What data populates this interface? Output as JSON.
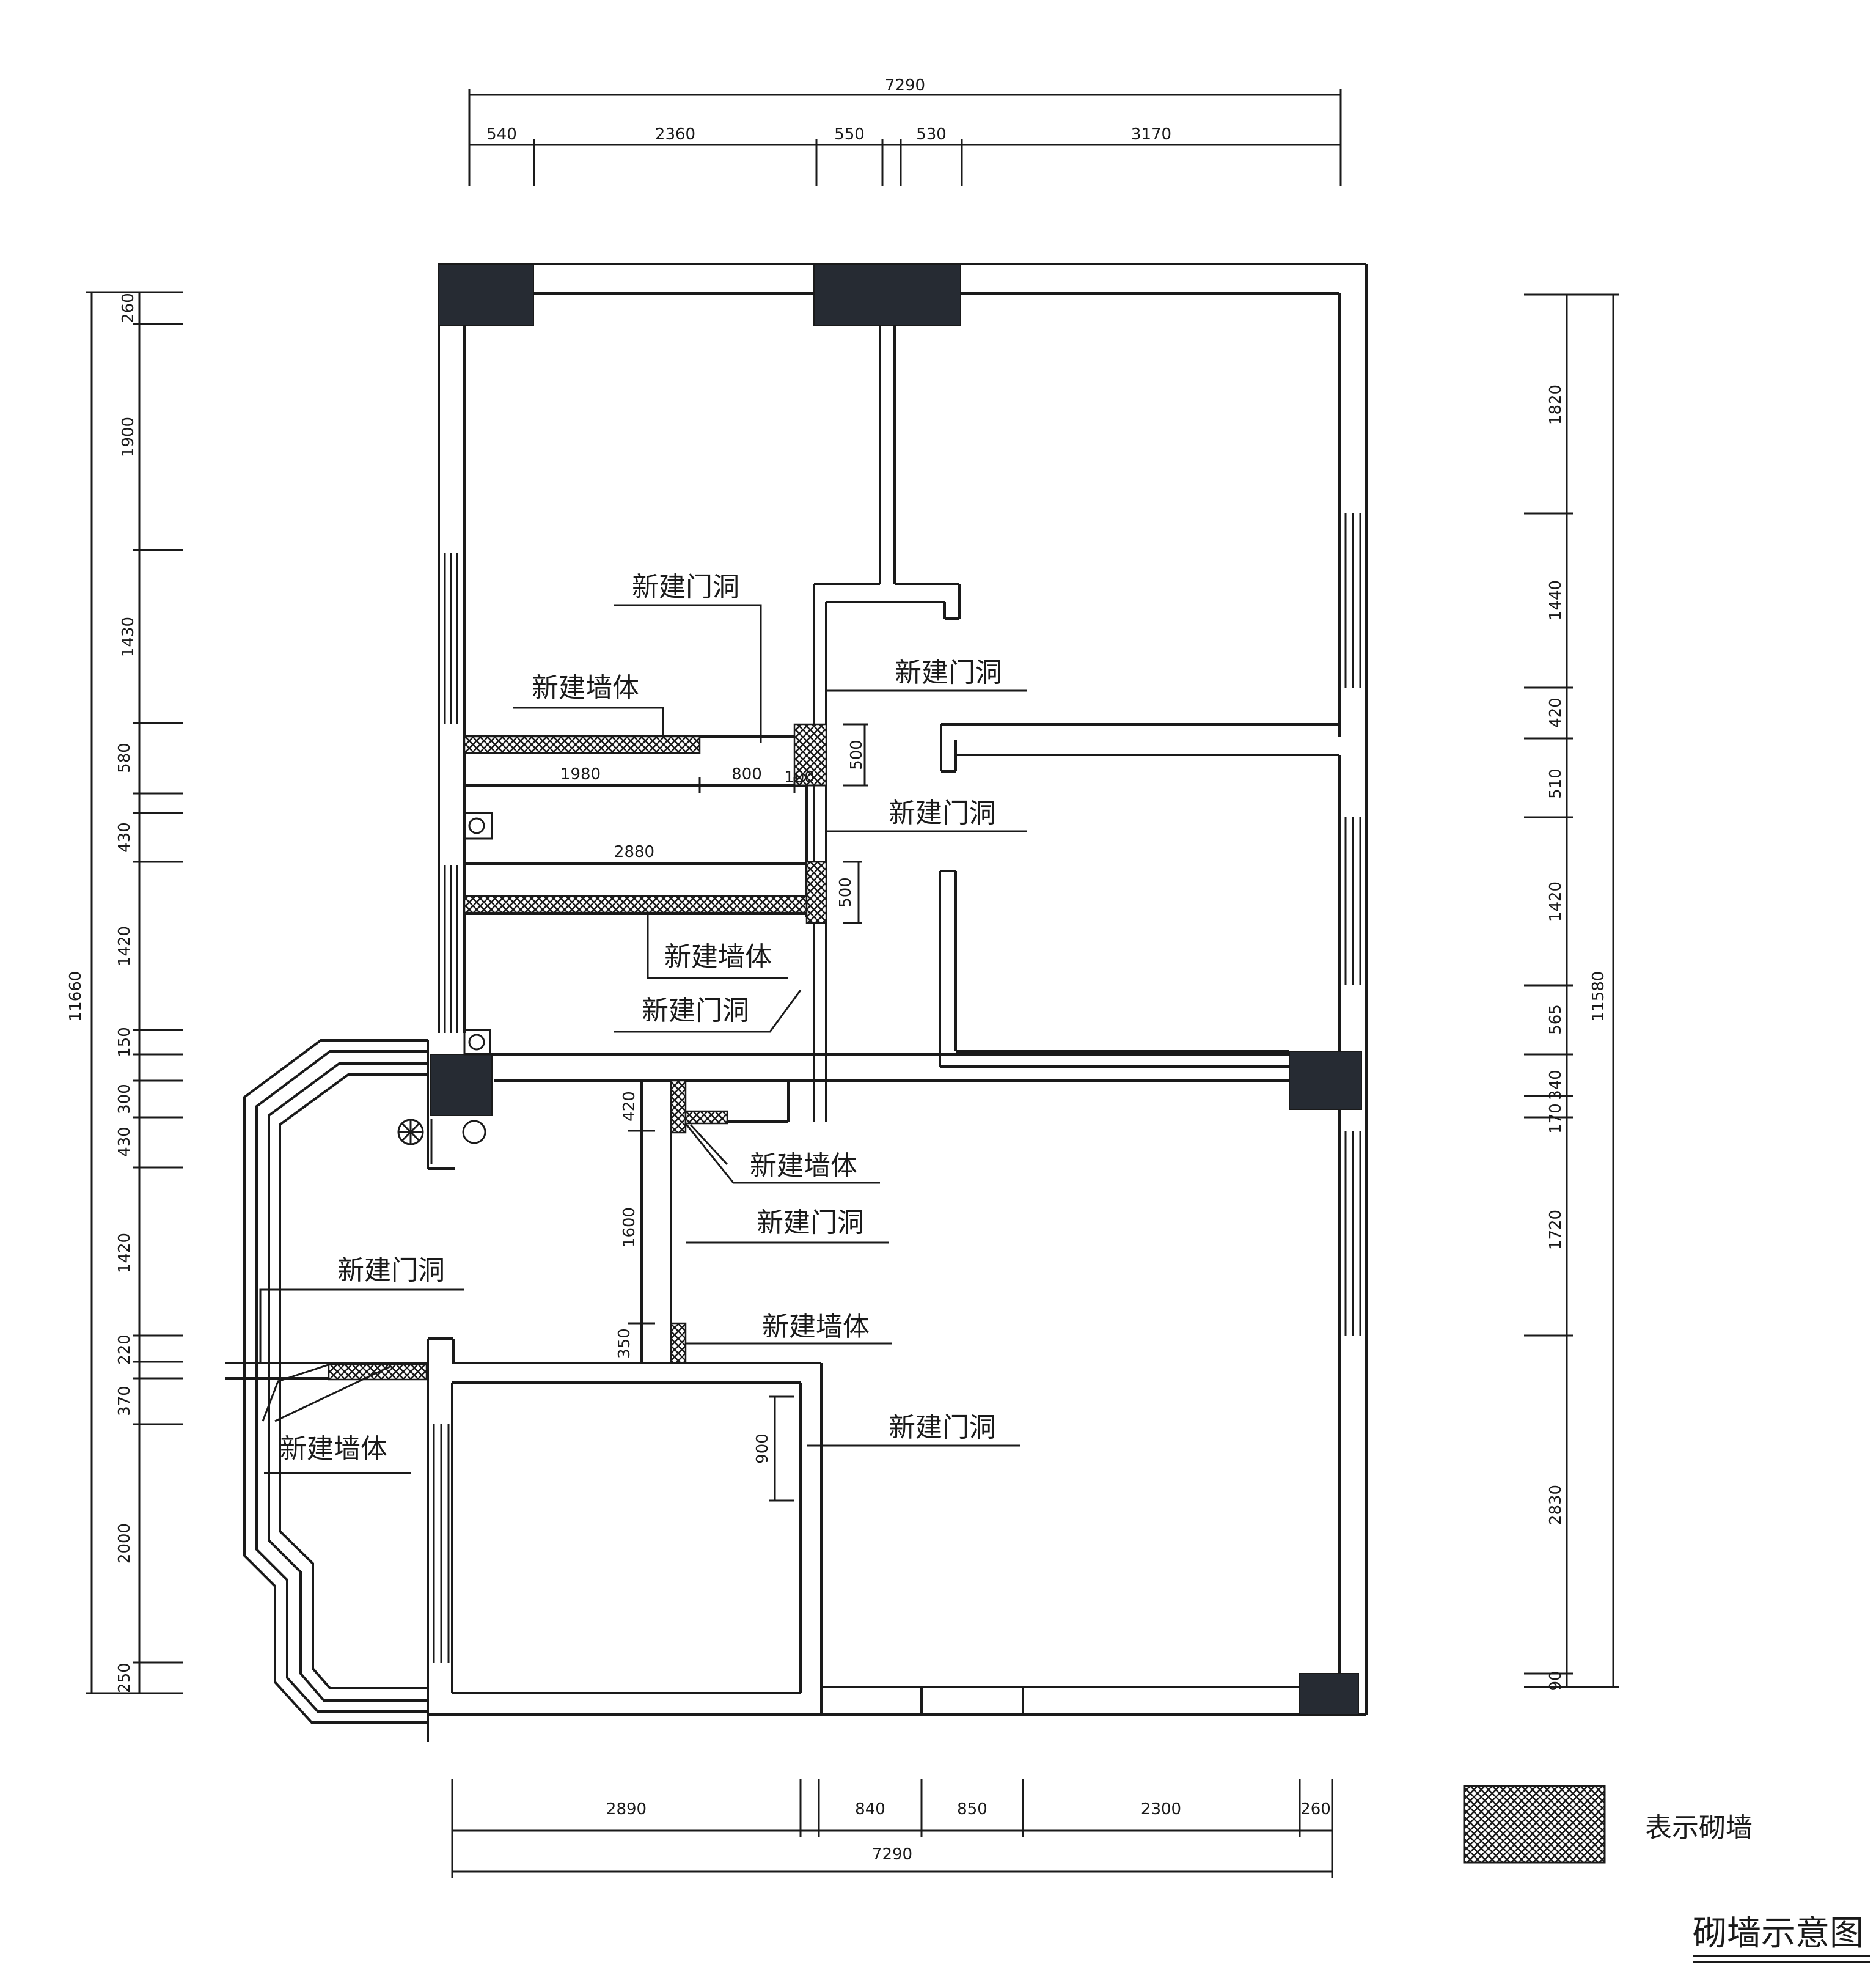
{
  "title": "砌墙示意图",
  "legend": {
    "label": "表示砌墙",
    "swatch": "hatched-brick-wall"
  },
  "colors": {
    "line": "#1a1a1a",
    "fill_column": "#262b33",
    "hatch": "#1a1a1a"
  },
  "dimensions": {
    "top_total": "7290",
    "top_segments": [
      "540",
      "2360",
      "550",
      "530",
      "3170"
    ],
    "bottom_total": "7290",
    "bottom_segments": [
      "2890",
      "840",
      "850",
      "2300",
      "260"
    ],
    "left_total": "11660",
    "left_segments": [
      "260",
      "1900",
      "1430",
      "580",
      "430",
      "1420",
      "150",
      "300",
      "430",
      "1420",
      "220",
      "370",
      "2000",
      "250"
    ],
    "right_total": "11580",
    "right_segments": [
      "1820",
      "1440",
      "420",
      "510",
      "1420",
      "565",
      "340",
      "170",
      "1720",
      "2830",
      "90"
    ],
    "interior": [
      "1980",
      "800",
      "100",
      "500",
      "2880",
      "500",
      "420",
      "1600",
      "350",
      "900"
    ]
  },
  "annotations": {
    "new_wall": "新建墙体",
    "new_door": "新建门洞"
  }
}
